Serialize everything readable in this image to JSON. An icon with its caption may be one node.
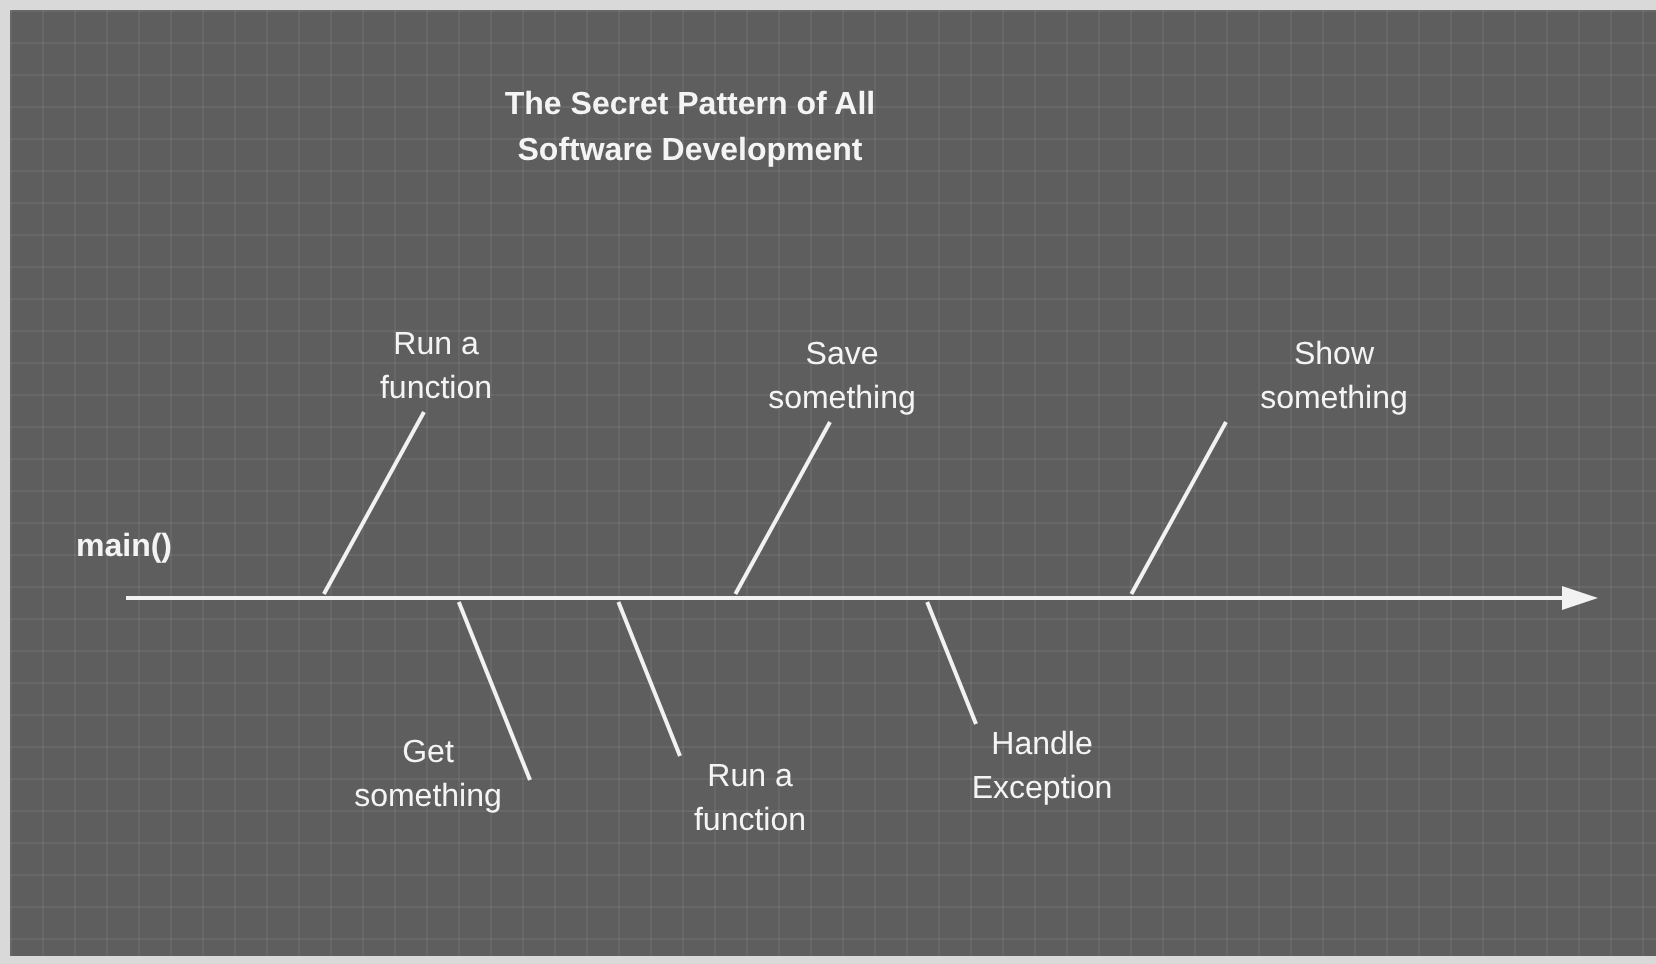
{
  "diagram": {
    "title": "The Secret Pattern of All Software Development",
    "nodes": [
      {
        "text": [
          "Run a function"
        ]
      },
      {
        "text": [
          "Save something"
        ]
      },
      {
        "text": [
          "Show something"
        ]
      },
      {
        "text": [
          "Get something"
        ]
      },
      {
        "text": [
          "Run a function"
        ]
      },
      {
        "text": [
          "Handle Exception"
        ]
      },
      {
        "text": [],
        "shape": "bar"
      }
    ],
    "edges": [
      {
        "from": 0,
        "to": 6,
        "arrow": "none"
      },
      {
        "from": 1,
        "to": 6,
        "arrow": "none"
      },
      {
        "from": 2,
        "to": 6,
        "arrow": "none"
      },
      {
        "from": 3,
        "to": 6,
        "arrow": "none"
      },
      {
        "from": 4,
        "to": 6,
        "arrow": "none"
      },
      {
        "from": 5,
        "to": 6,
        "arrow": "none"
      }
    ],
    "labels": [
      "main()"
    ]
  }
}
